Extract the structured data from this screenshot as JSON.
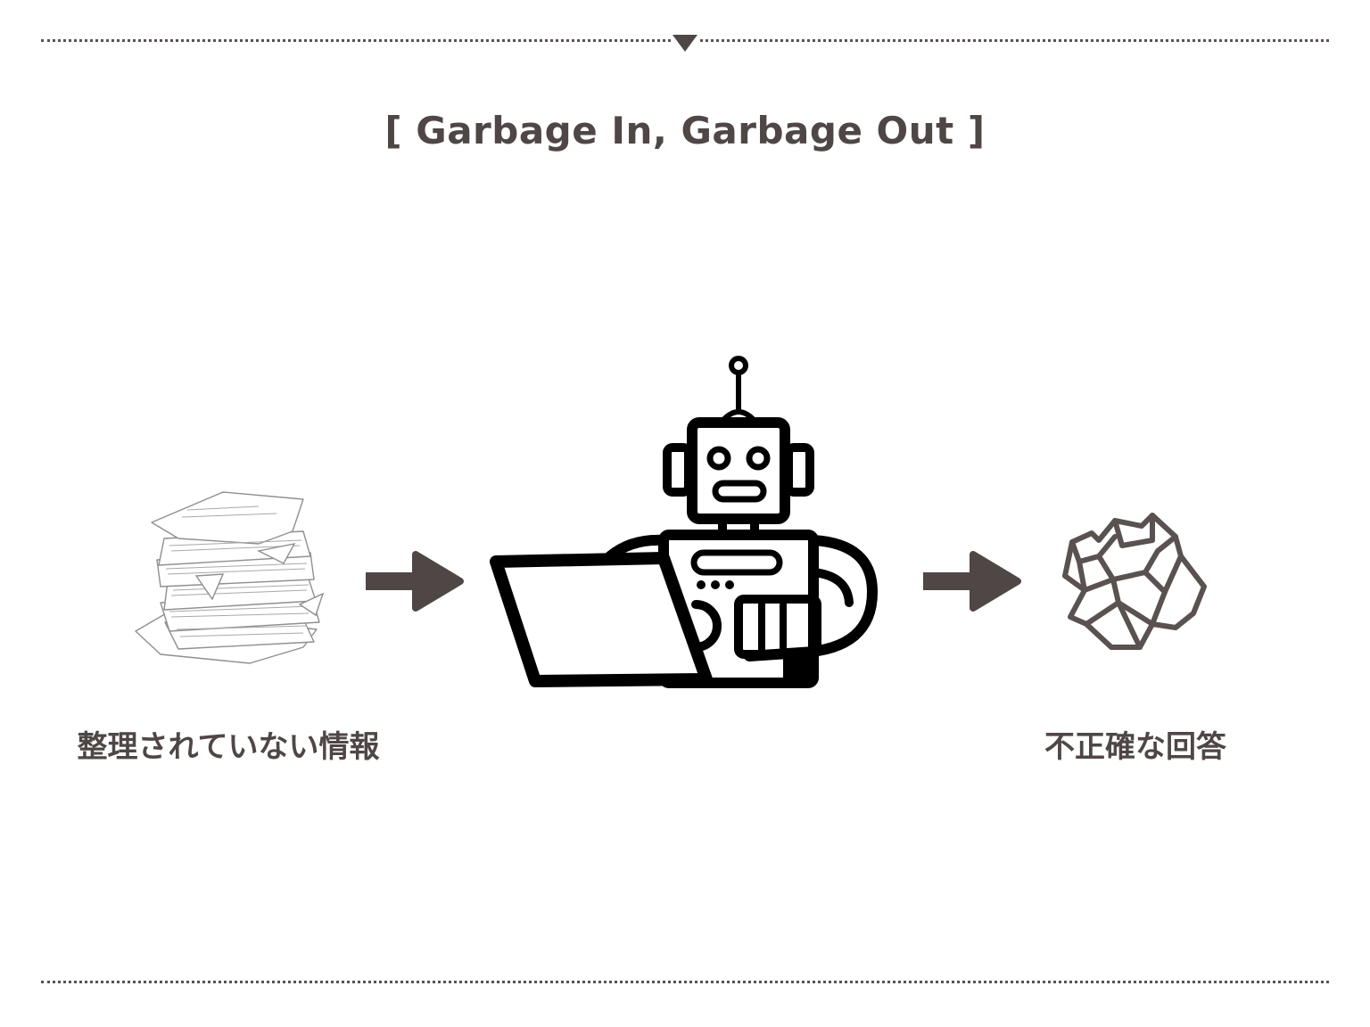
{
  "slide": {
    "title": "[ Garbage In, Garbage Out ]"
  },
  "flow": {
    "input_label": "整理されていない情報",
    "output_label": "不正確な回答"
  },
  "icons": {
    "input": "paper-stack-icon",
    "process": "robot-laptop-icon",
    "output": "crumpled-paper-icon",
    "arrows": "arrow-right-icon"
  },
  "colors": {
    "text": "#4f4745",
    "arrow": "#4f4745",
    "robot": "#000000",
    "paper": "#8a8a8a"
  }
}
